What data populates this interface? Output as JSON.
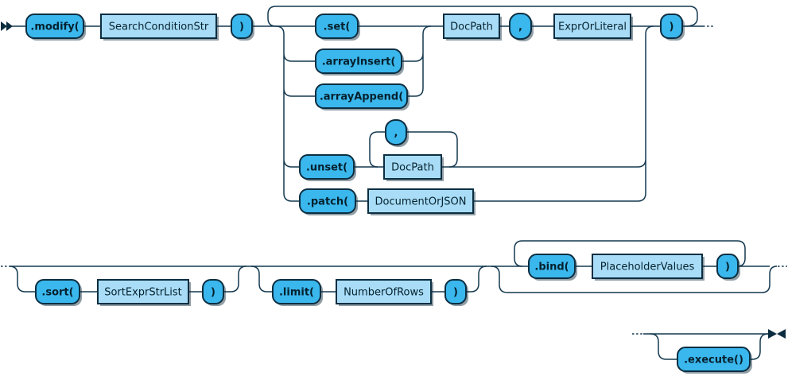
{
  "diagram": {
    "kind": "railroad-syntax-diagram",
    "subject": "Collection.modify() method chain",
    "nodes": {
      "modify": ".modify(",
      "search_condition_str": "SearchConditionStr",
      "close_paren_1": ")",
      "set": ".set(",
      "array_insert": ".arrayInsert(",
      "array_append": ".arrayAppend(",
      "doc_path_1": "DocPath",
      "comma_1": ",",
      "expr_or_literal": "ExprOrLiteral",
      "close_paren_2": ")",
      "unset": ".unset(",
      "comma_2": ",",
      "doc_path_2": "DocPath",
      "patch": ".patch(",
      "document_or_json": "DocumentOrJSON",
      "sort": ".sort(",
      "sort_expr_str_list": "SortExprStrList",
      "close_paren_3": ")",
      "limit": ".limit(",
      "number_of_rows": "NumberOfRows",
      "close_paren_4": ")",
      "bind": ".bind(",
      "placeholder_values": "PlaceholderValues",
      "close_paren_5": ")",
      "execute": ".execute()"
    },
    "markers": {
      "start": "double-arrow-right",
      "end": "facing-arrows"
    },
    "colors": {
      "terminal_fill": "#3ab7ed",
      "nonterminal_fill": "#a9ddf7",
      "node_border": "#0c2e41",
      "line": "#14384f",
      "text": "#05212e",
      "background": "#ffffff"
    }
  }
}
